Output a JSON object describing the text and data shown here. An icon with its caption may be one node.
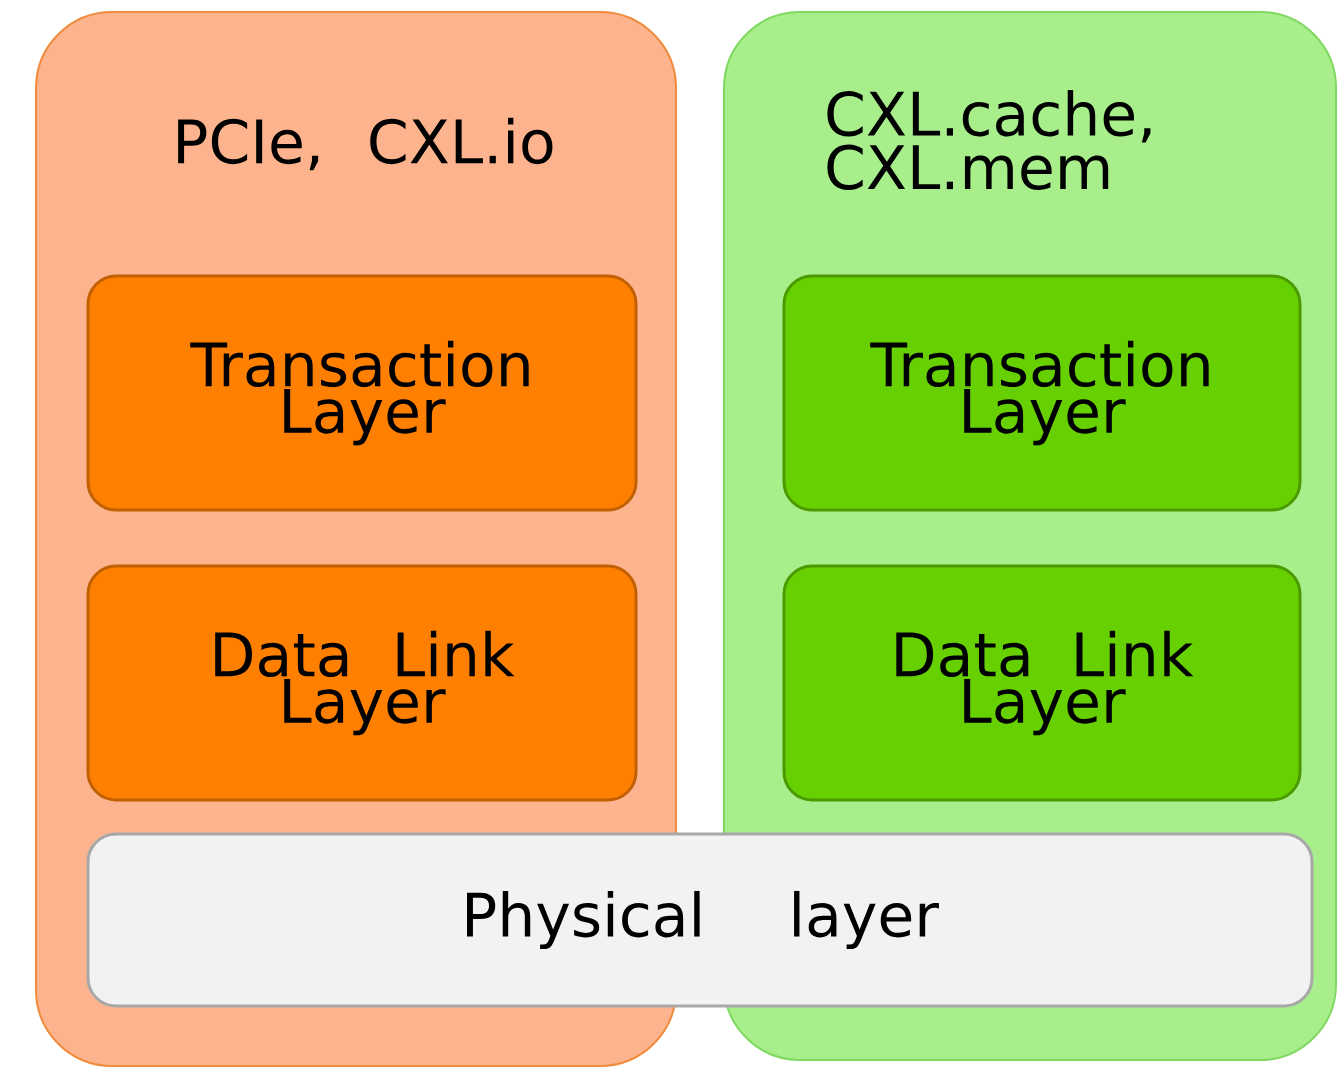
{
  "diagram": {
    "nodes": [
      {
        "text": [
          "PCIe, CXL.io"
        ]
      },
      {
        "text": [
          "Transaction Layer"
        ],
        "in": 0
      },
      {
        "text": [
          "Data Link Layer"
        ],
        "in": 0
      },
      {
        "text": [
          "CXL.cache, CXL.mem"
        ]
      },
      {
        "text": [
          "Transaction Layer"
        ],
        "in": 3
      },
      {
        "text": [
          "Data Link Layer"
        ],
        "in": 3
      },
      {
        "text": [
          "Physical layer"
        ]
      }
    ],
    "edges": []
  }
}
